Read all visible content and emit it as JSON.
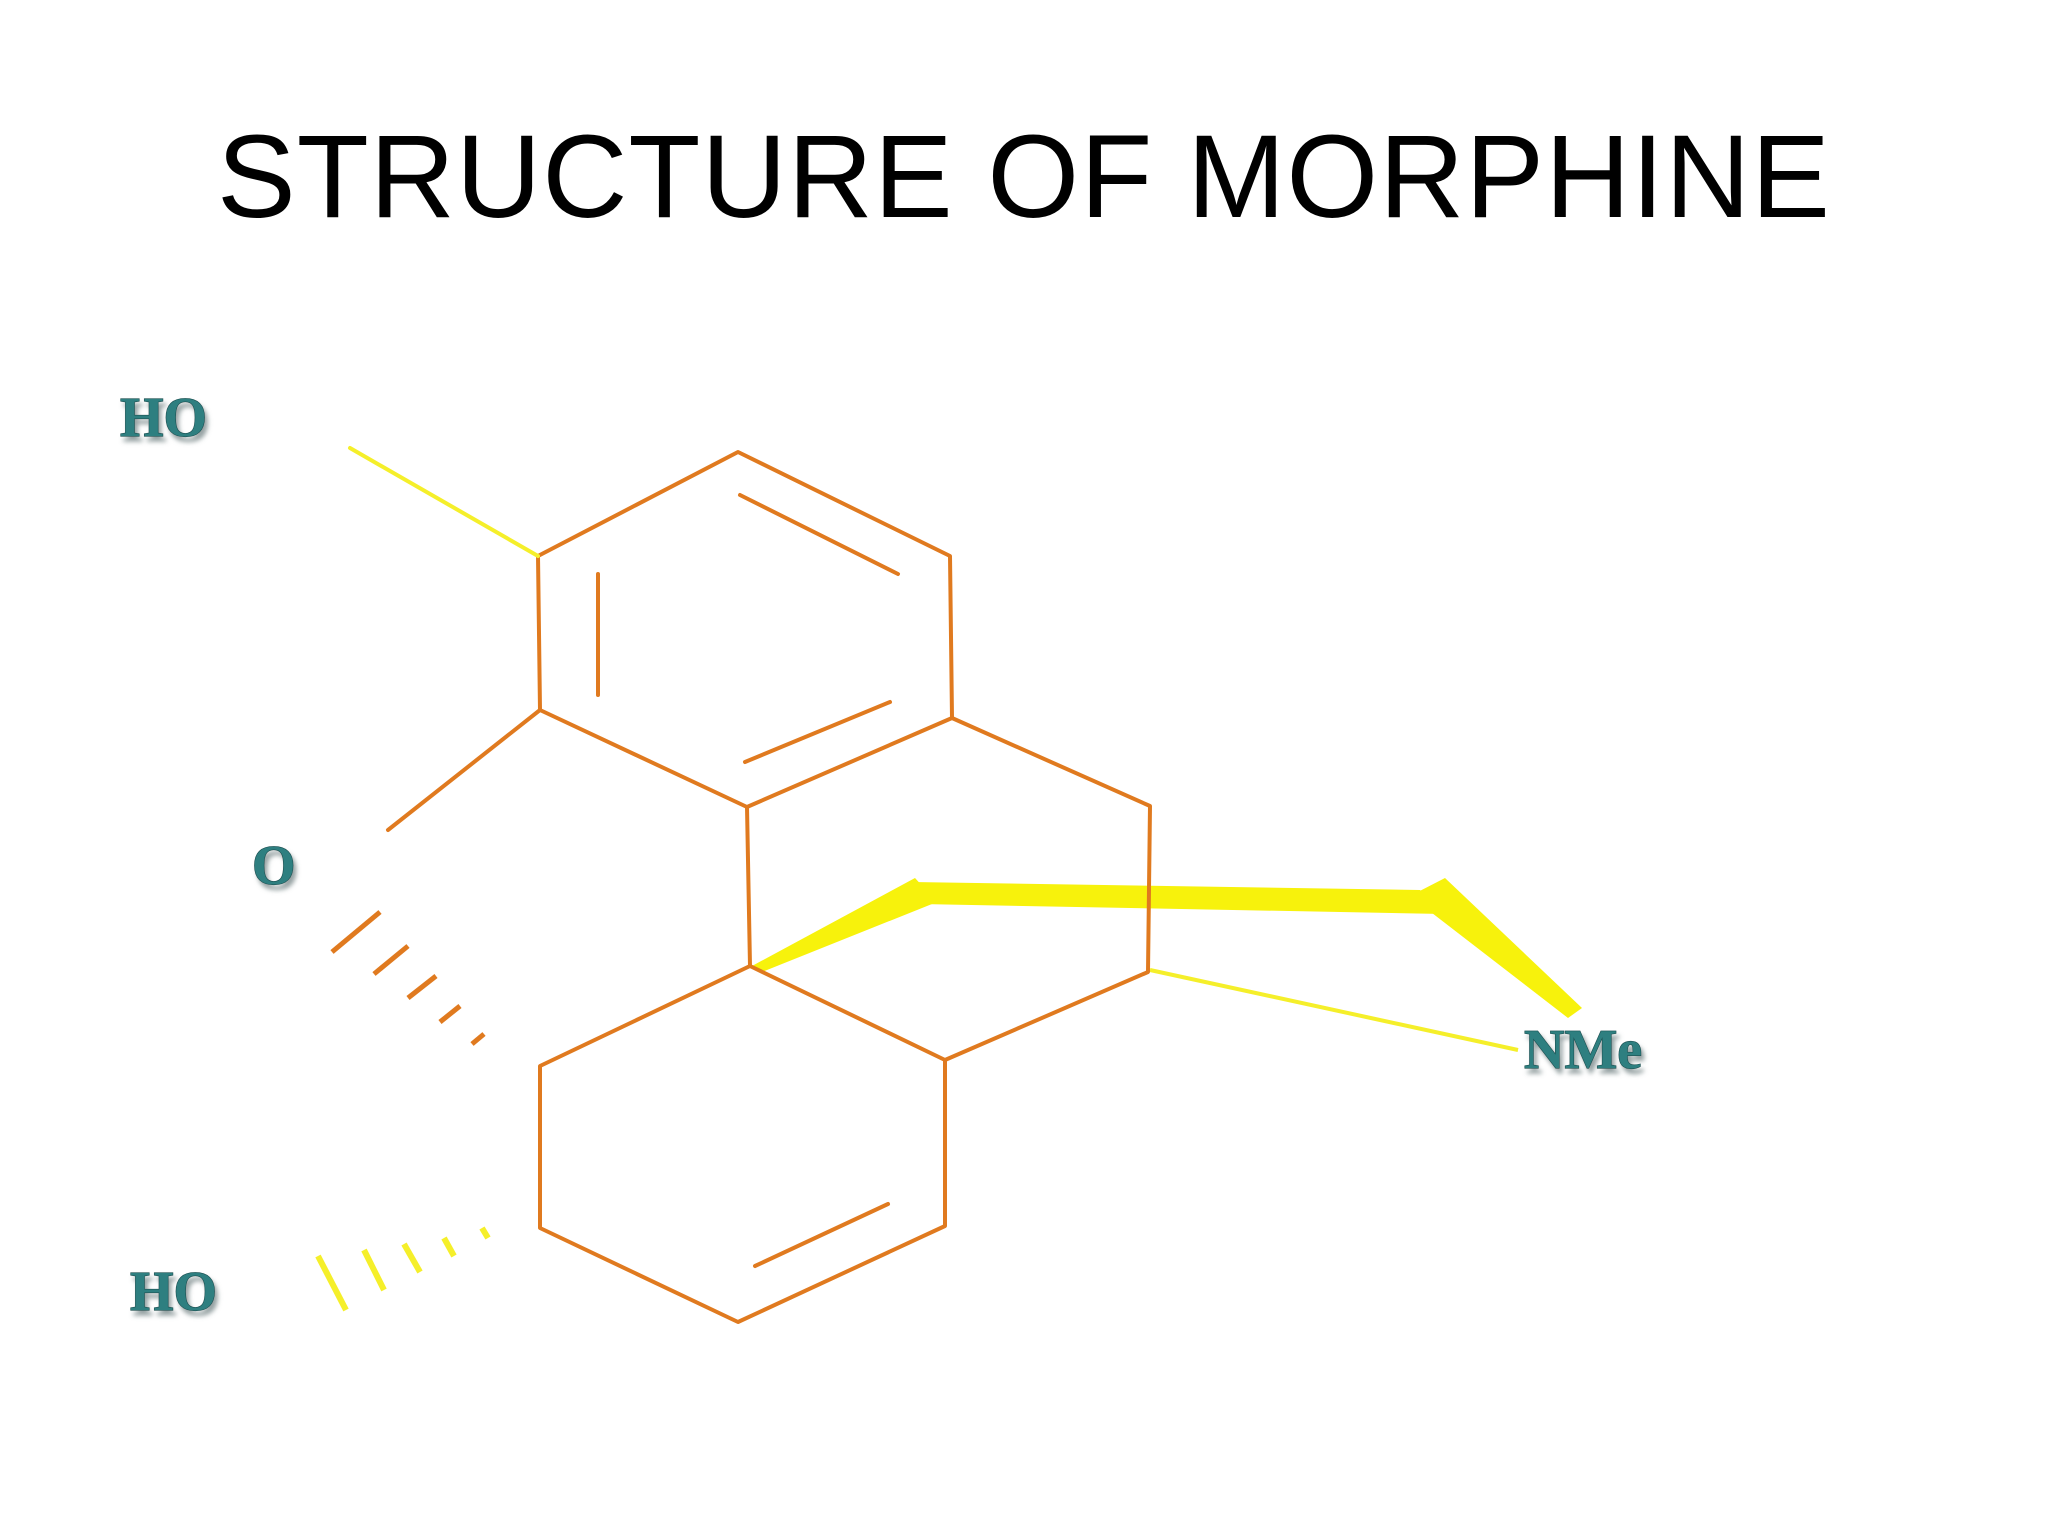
{
  "slide": {
    "title": "STRUCTURE OF MORPHINE"
  },
  "diagram": {
    "atom_labels": {
      "hydroxyl_top": "HO",
      "ether_oxygen": "O",
      "hydroxyl_bottom": "HO",
      "n_methyl": "NMe"
    },
    "colors": {
      "ring_bond": "#e07a1f",
      "substituent_bond": "#f5ef2a",
      "bridge_wedge": "#f7f20c",
      "label_fill": "#2f7f80",
      "label_shadow": "#9aa9aa",
      "title": "#000000"
    }
  }
}
